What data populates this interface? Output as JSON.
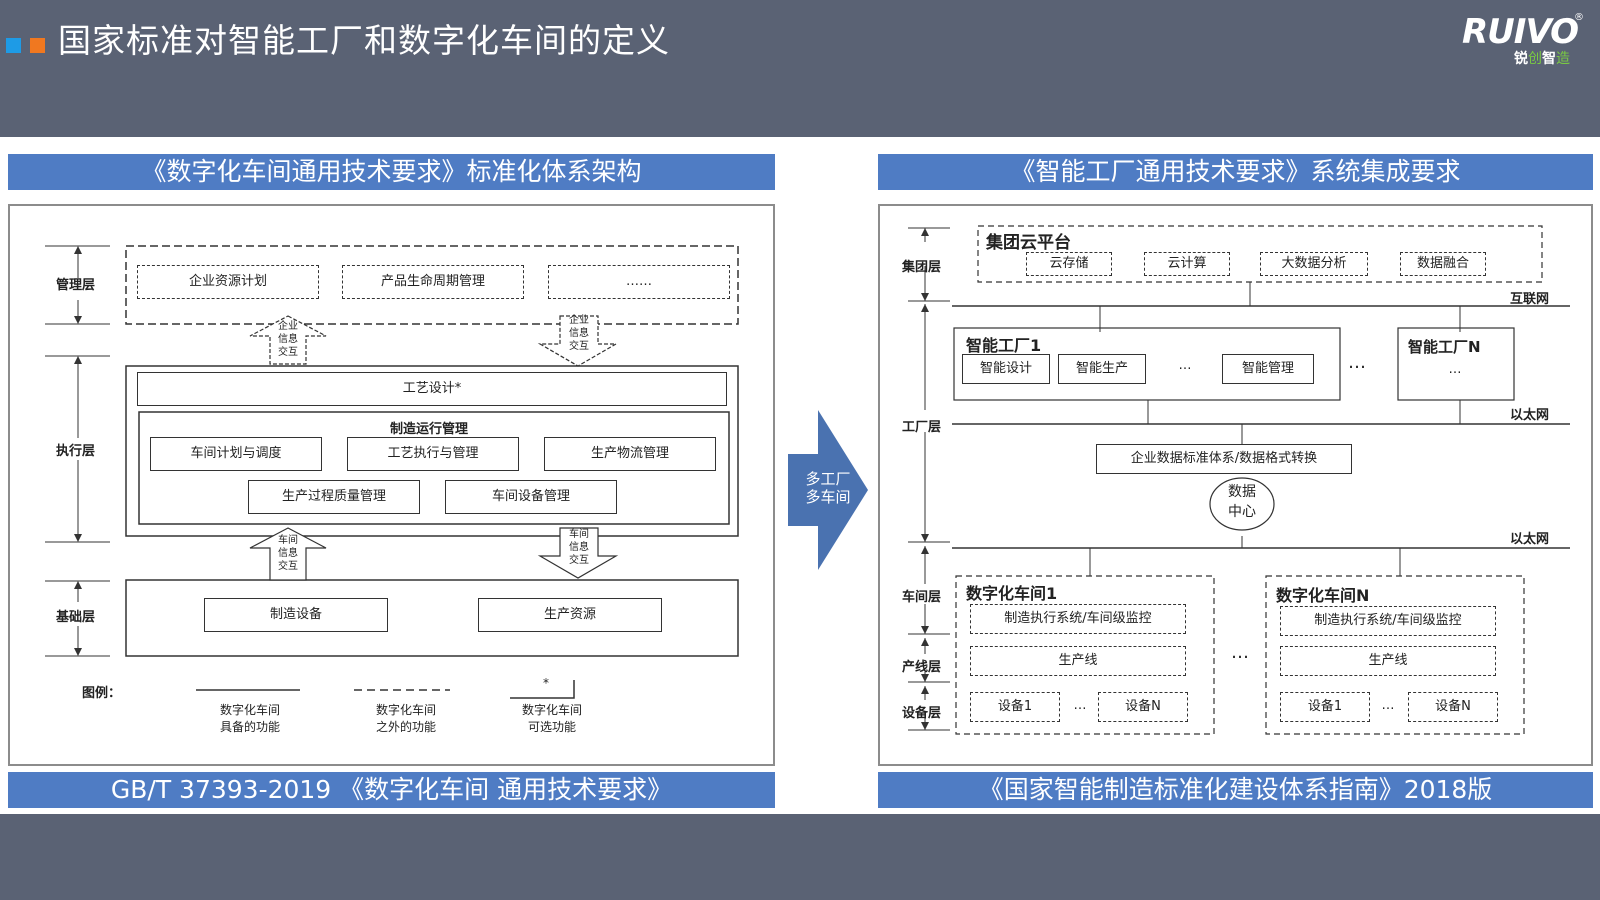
{
  "page": {
    "title": "国家标准对智能工厂和数字化车间的定义",
    "accent_squares": [
      "#1e9be6",
      "#f07820"
    ]
  },
  "logo": {
    "word": "RUIVO",
    "reg": "®",
    "cn_a": "锐",
    "cn_b": "创",
    "cn_c": "智",
    "cn_d": "造"
  },
  "left": {
    "header": "《数字化车间通用技术要求》标准化体系架构",
    "footer": "GB/T 37393-2019 《数字化车间 通用技术要求》",
    "layers": {
      "mgmt": "管理层",
      "exec": "执行层",
      "base": "基础层"
    },
    "mgmt_items": [
      "企业资源计划",
      "产品生命周期管理",
      "……"
    ],
    "exchange_enterprise": "企业\n信息\n交互",
    "exchange_workshop": "车间\n信息\n交互",
    "process_design": "工艺设计*",
    "mfg_ops": "制造运行管理",
    "mfg_items": [
      "车间计划与调度",
      "工艺执行与管理",
      "生产物流管理",
      "生产过程质量管理",
      "车间设备管理"
    ],
    "base_items": [
      "制造设备",
      "生产资源"
    ],
    "legend": {
      "title": "图例：",
      "solid": "数字化车间\n具备的功能",
      "dashed": "数字化车间\n之外的功能",
      "star_mark": "*",
      "optional": "数字化车间\n可选功能"
    }
  },
  "center_arrow": {
    "text": "多工厂\n多车间",
    "color": "#4a72b0"
  },
  "right": {
    "header": "《智能工厂通用技术要求》系统集成要求",
    "footer": "《国家智能制造标准化建设体系指南》2018版",
    "layers": {
      "group": "集团层",
      "factory": "工厂层",
      "workshop": "车间层",
      "line": "产线层",
      "device": "设备层"
    },
    "cloud": {
      "title": "集团云平台",
      "items": [
        "云存储",
        "云计算",
        "大数据分析",
        "数据融合"
      ]
    },
    "nets": {
      "internet": "互联网",
      "ethernet1": "以太网",
      "ethernet2": "以太网"
    },
    "factory1": {
      "title": "智能工厂1",
      "items": [
        "智能设计",
        "智能生产",
        "…",
        "智能管理"
      ]
    },
    "factory_dots": "…",
    "factoryN": {
      "title": "智能工厂N",
      "dots": "…"
    },
    "data_std": "企业数据标准体系/数据格式转换",
    "data_center": "数据\n中心",
    "ws1": {
      "title": "数字化车间1",
      "mes": "制造执行系统/车间级监控",
      "line": "生产线",
      "dev1": "设备1",
      "dots": "…",
      "devN": "设备N"
    },
    "ws_dots": "…",
    "wsN": {
      "title": "数字化车间N",
      "mes": "制造执行系统/车间级监控",
      "line": "生产线",
      "dev1": "设备1",
      "dots": "…",
      "devN": "设备N"
    }
  }
}
